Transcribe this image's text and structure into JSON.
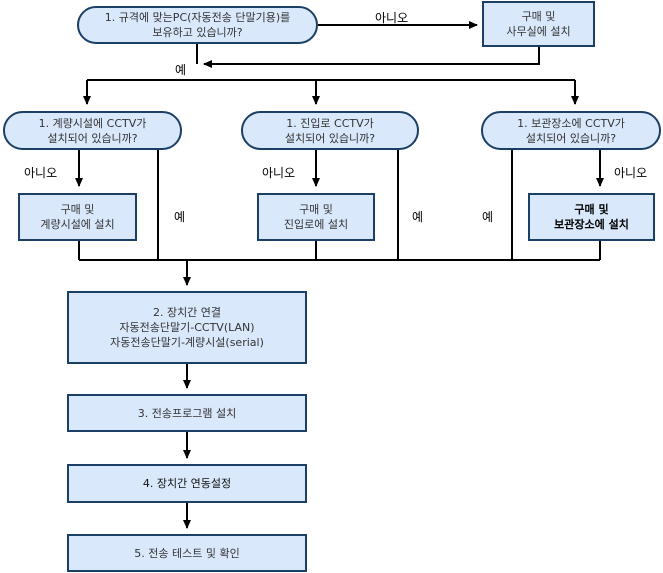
{
  "colors": {
    "fill": "#dae8fc",
    "stroke": "#1c3f66",
    "text": "#333333",
    "line": "#000000"
  },
  "nodes": {
    "q1": "1. 규격에 맞는PC(자동전송 단말기용)를\n보유하고 있습니까?",
    "buy_office": "구매 및\n사무실에 설치",
    "q_meas": "1. 계량시설에 CCTV가\n설치되어 있습니까?",
    "q_entry": "1. 진입로 CCTV가\n설치되어 있습니까?",
    "q_storage": "1. 보관장소에 CCTV가\n설치되어 있습니까?",
    "buy_meas": "구매 및\n계량시설에 설치",
    "buy_entry": "구매 및\n진입로에 설치",
    "buy_storage": "구매 및\n보관장소에 설치",
    "step2": "2. 장치간 연결\n자동전송단말기-CCTV(LAN)\n자동전송단말기-계량시설(serial)",
    "step3": "3. 전송프로그램 설치",
    "step4": "4. 장치간  연동설정",
    "step5": "5. 전송 테스트 및 확인"
  },
  "labels": {
    "no_top": "아니오",
    "yes_top": "예",
    "no_meas": "아니오",
    "yes_meas": "예",
    "no_entry": "아니오",
    "yes_entry": "예",
    "yes_storage": "예",
    "no_storage": "아니오"
  }
}
